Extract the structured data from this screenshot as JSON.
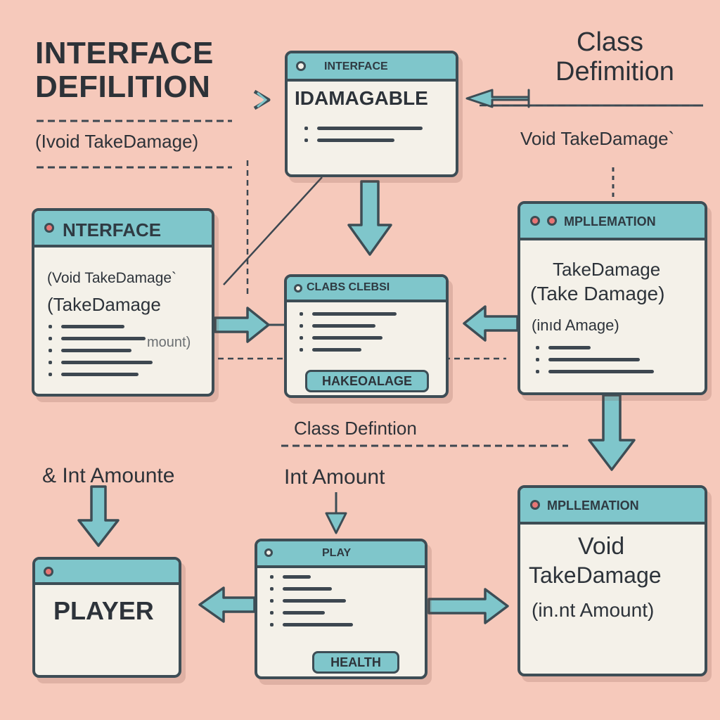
{
  "header": {
    "title_line1": "INTERFACE",
    "title_line2": "DEFILITION",
    "subtitle": "(Ivoid TakeDamage)",
    "class_def_line1": "Class",
    "class_def_line2": "Defimition",
    "void_label": "Void TakeDamage`"
  },
  "windows": {
    "idamagable": {
      "bar_title": "INTERFACE",
      "body_title": "IDAMAGABLE"
    },
    "interface": {
      "bar_title": "NTERFACE",
      "line1": "(Void TakeDamage`",
      "line2": "(TakeDamage",
      "line3": "mount)"
    },
    "class_clebsi": {
      "bar_title": "CLABS CLEBSI",
      "button": "HAKEOALAGE"
    },
    "implementation_top": {
      "bar_title": "MPLLEMATION",
      "line1": "TakeDamage",
      "line2": "(Take Damage)",
      "line3": "(inıd  Amage)"
    },
    "implementation_bottom": {
      "bar_title": "MPLLEMATION",
      "line1": "Void",
      "line2": "TakeDamage",
      "line3": "(in.nt Amount)"
    },
    "player": {
      "body_title": "PLAYER"
    },
    "play": {
      "bar_title": "PLAY",
      "button": "HEALTH"
    }
  },
  "labels": {
    "class_definition_mid": "Class Defintion",
    "int_amounte": "& Int Amounte",
    "int_amount": "Int Amount"
  },
  "colors": {
    "background": "#f6c9bb",
    "accent_teal": "#7fc6cb",
    "outline": "#3d4d55",
    "window_fill": "#f4f1e9",
    "dot_red": "#e87575"
  }
}
